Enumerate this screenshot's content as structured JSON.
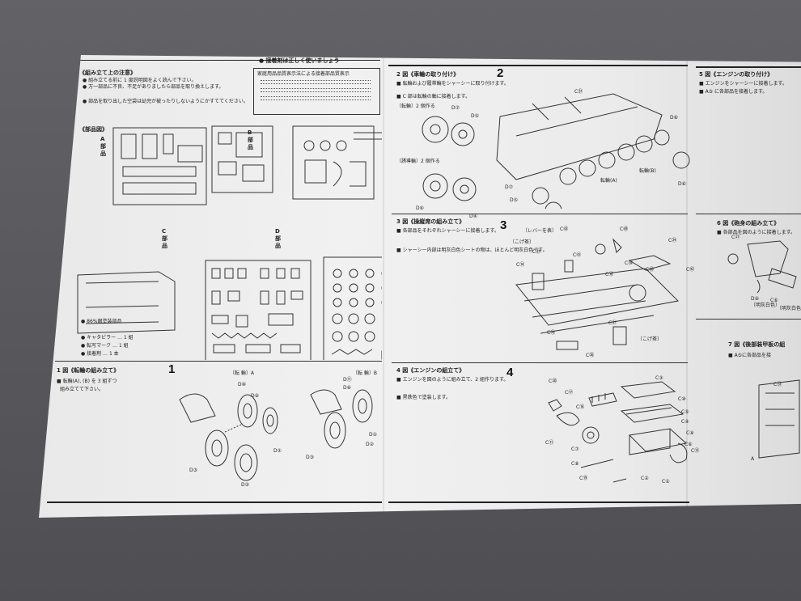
{
  "sheet": {
    "panel1": {
      "precautions_title": "《組み立て上の注意》",
      "precautions": [
        "● 組み立てる前に 1 度説明図をよく読んで下さい。",
        "● 万一部品に不良、不足がありましたら部品を取り換えします。",
        "● 部品を取り出した空袋は幼児が被ったりしないようにかすててください。"
      ],
      "adhesive_note": "● 接着剤は正しく使いましょう",
      "household_box": [
        "家庭用品品質表示法による接着部品質表示"
      ],
      "parts_title": "《部品図》",
      "runner_labels": [
        "A 部品",
        "B 部品",
        "C 部品",
        "D 部品"
      ],
      "silver_paint": "● 86%銀塗装部品",
      "extras": [
        "● キャタピラー … 1 組",
        "● 転写マーク … 1 組",
        "● 接着剤 … 1 本"
      ]
    },
    "step1": {
      "title": "1 図《転輪の組み立て》",
      "body": [
        "■ 転輪(A), (B) を 3 組ずつ",
        "組み立てて下さい。"
      ],
      "figure_number": "1",
      "label_a": "〔転 輪〕A",
      "label_b": "〔転 輪〕B",
      "callouts": [
        "D⑩",
        "D⑨",
        "D①",
        "D③",
        "D②",
        "D⑪",
        "D⑧",
        "D①",
        "D③",
        "D②"
      ]
    },
    "step2": {
      "title": "2 図《車輪の取り付け》",
      "body": [
        "■ 転輪および履帯輪をシャーシーに取り付けます。",
        "■ C 部は転輪の軸に接着します。"
      ],
      "figure_number": "2",
      "sublabels": [
        "〔転輪〕2 個作る",
        "〔誘導輪〕2 個作る"
      ],
      "callouts": [
        "D⑦",
        "D⑤",
        "D⑥",
        "D④",
        "C㊲",
        "D⑧",
        "D⑦",
        "D⑤",
        "D⑥",
        "転輪(A)",
        "転輪(B)"
      ]
    },
    "step3": {
      "title": "3 図《操縦席の組み立て》",
      "body": [
        "■ 各部品をそれぞれシャーシーに接着します。",
        "■ シャーシー内部は明灰白色シートの物は、ほとんど明灰白色です。"
      ],
      "figure_number": "3",
      "callouts": [
        "C㊸",
        "C㊾",
        "C㉔",
        "C㊲",
        "C⑭",
        "C⑱",
        "C㉞",
        "C㊵",
        "C㊶",
        "C㊷",
        "C㉕",
        "C㉖",
        "C㉗"
      ],
      "notes": [
        "〔レバーを表〕",
        "〔こげ茶〕",
        "〔こげ茶〕"
      ]
    },
    "step4": {
      "title": "4 図《エンジンの組立て》",
      "body": [
        "■ エンジンを図のように組み立て、2 組作ります。",
        "■ 黒鉄色で塗装します。"
      ],
      "figure_number": "4",
      "callouts": [
        "C⑳",
        "C⑰",
        "C⑯",
        "C③",
        "C⑩",
        "C⑤",
        "C④",
        "C⑨",
        "C⑪",
        "C⑦",
        "C⑧",
        "C⑫",
        "C⑥",
        "C⑲",
        "C②",
        "C①"
      ]
    },
    "step5": {
      "title": "5 図《エンジンの取り付け》",
      "body": [
        "■ エンジンをシャーシーに接着します。",
        "■ A③ に各部品を接着します。"
      ]
    },
    "step6": {
      "title": "6 図《砲身の組み立て》",
      "body": [
        "■ 各部品を図のように接着します。"
      ],
      "callouts": [
        "C㉑",
        "D⑨",
        "C⑥"
      ],
      "notes": [
        "〔明灰白色〕",
        "〔明灰白色〕"
      ]
    },
    "step7": {
      "title": "7 図《後部装甲板の組",
      "body": [
        "■ A⑤に各部品を接"
      ],
      "callouts": [
        "C㉛",
        "A"
      ]
    }
  }
}
